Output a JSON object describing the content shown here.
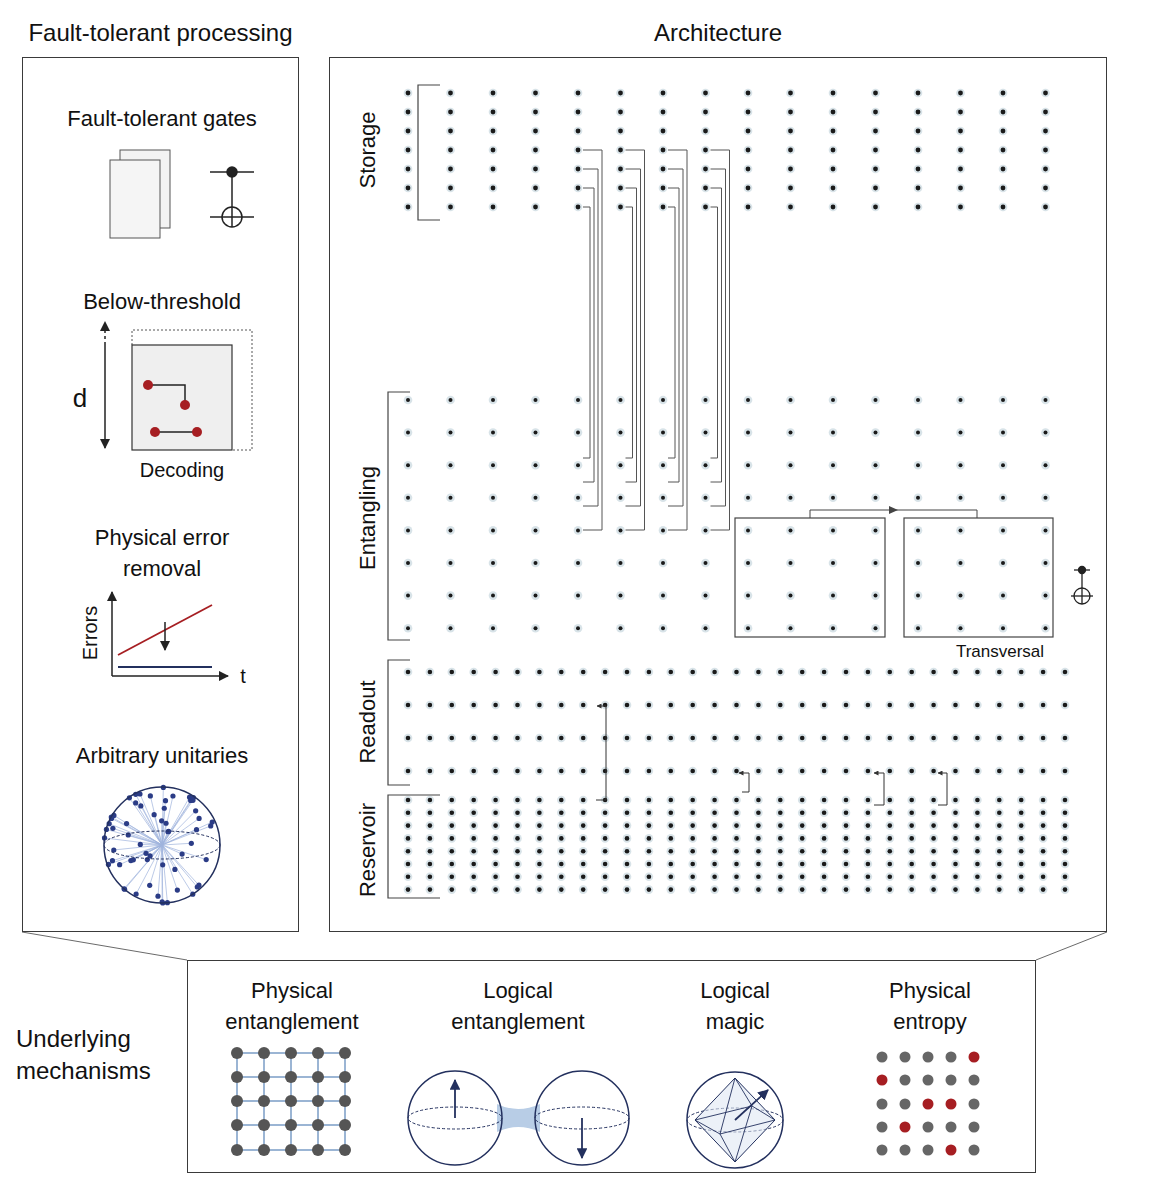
{
  "diagram": {
    "nodes": [
      {
        "text": [
          "Fault-tolerant processing"
        ]
      },
      {
        "text": [
          "Architecture"
        ]
      },
      {
        "text": [
          "Underlying mechanisms"
        ]
      }
    ],
    "edges": [
      {
        "from": 0,
        "to": 2,
        "arrow": "none"
      },
      {
        "from": 1,
        "to": 2,
        "arrow": "none"
      }
    ],
    "labels": [
      "Fault-tolerant gates",
      "Below-threshold",
      "d",
      "Decoding",
      "Physical error removal",
      "Errors",
      "t",
      "Arbitrary unitaries",
      "Storage",
      "Entangling",
      "Readout",
      "Reservoir",
      "Transversal",
      "Physical entanglement",
      "Logical entanglement",
      "Logical magic",
      "Physical entropy"
    ]
  }
}
